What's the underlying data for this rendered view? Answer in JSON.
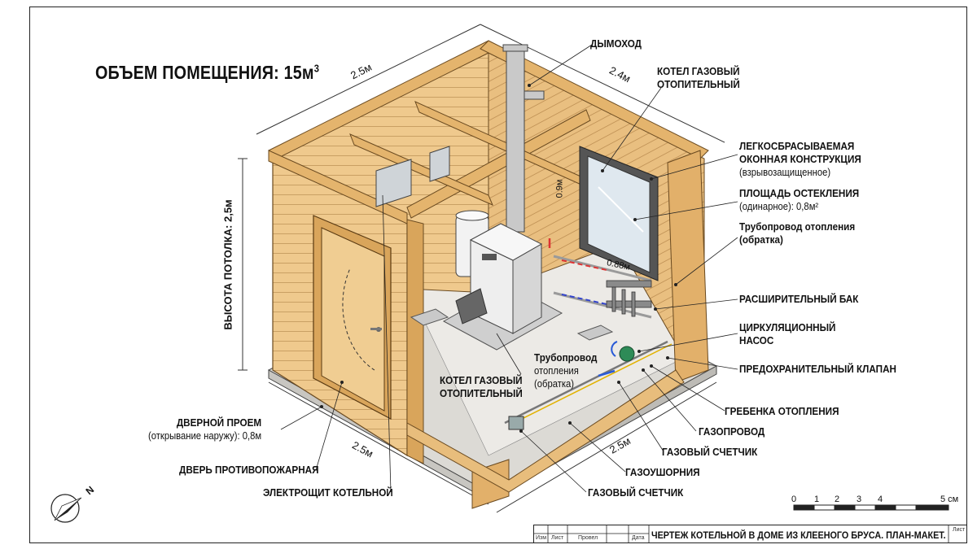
{
  "title": "ОБЪЕМ ПОМЕЩЕНИЯ: 15м",
  "title_sup": "3",
  "dimensions": {
    "top_left": "2.5м",
    "top_right": "2.4м",
    "height": "ВЫСОТА ПОТОЛКА: 2,5м",
    "bottom_left": "2.5м",
    "bottom_right": "2.5м",
    "window_height": "0.9м",
    "window_width": "0.88м"
  },
  "labels": {
    "chimney": "ДЫМОХОД",
    "boiler_right_1": "КОТЕЛ ГАЗОВЫЙ",
    "boiler_right_2": "ОТОПИТЕЛЬНЫЙ",
    "window_1": "ЛЕГКОСБРАСЫВАЕМАЯ",
    "window_2": "ОКОННАЯ КОНСТРУКЦИЯ",
    "window_3": "(взрывозащищенное)",
    "glazing_1": "ПЛОЩАДЬ ОСТЕКЛЕНИЯ",
    "glazing_2": "(одинарное): 0,8м²",
    "return_pipe_1": "Трубопровод отопления",
    "return_pipe_2": "(обратка)",
    "expansion_tank": "РАСШИРИТЕЛЬНЫЙ БАК",
    "pump_1": "ЦИРКУЛЯЦИОННЫЙ",
    "pump_2": "НАСОС",
    "safety_valve": "ПРЕДОХРАНИТЕЛЬНЫЙ КЛАПАН",
    "manifold": "ГРЕБЕНКА ОТОПЛЕНИЯ",
    "gas_pipe": "ГАЗОПРОВОД",
    "gas_meter_1": "ГАЗОВЫЙ СЧЕТЧИК",
    "gas_valve": "ГАЗОУШОРНИЯ",
    "gas_meter_2": "ГАЗОВЫЙ СЧЕТЧИК",
    "inner_pipe_1": "Трубопровод",
    "inner_pipe_2": "отопления",
    "inner_pipe_3": "(обратка)",
    "boiler_center_1": "КОТЕЛ ГАЗОВЫЙ",
    "boiler_center_2": "ОТОПИТЕЛЬНЫЙ",
    "door_opening_1": "ДВЕРНОЙ ПРОЕМ",
    "door_opening_2": "(открывание наружу): 0,8м",
    "fire_door": "ДВЕРЬ ПРОТИВОПОЖАРНАЯ",
    "panel": "ЭЛЕКТРОЩИТ КОТЕЛЬНОЙ"
  },
  "compass_letter": "N",
  "scale": {
    "ticks": [
      "0",
      "1",
      "2",
      "3",
      "4",
      "5 см"
    ]
  },
  "title_block": {
    "main": "ЧЕРТЕЖ КОТЕЛЬНОЙ В ДОМЕ ИЗ КЛЕЕНОГО БРУСА. ПЛАН-МАКЕТ.",
    "cells": [
      "Изм",
      "Лист",
      "Провел",
      "Дата",
      "Лист"
    ]
  },
  "colors": {
    "wood_light": "#efc98d",
    "wood_mid": "#e2b06a",
    "wood_dark": "#c58d45",
    "floor": "#eceae6",
    "line": "#2a2a2a"
  }
}
